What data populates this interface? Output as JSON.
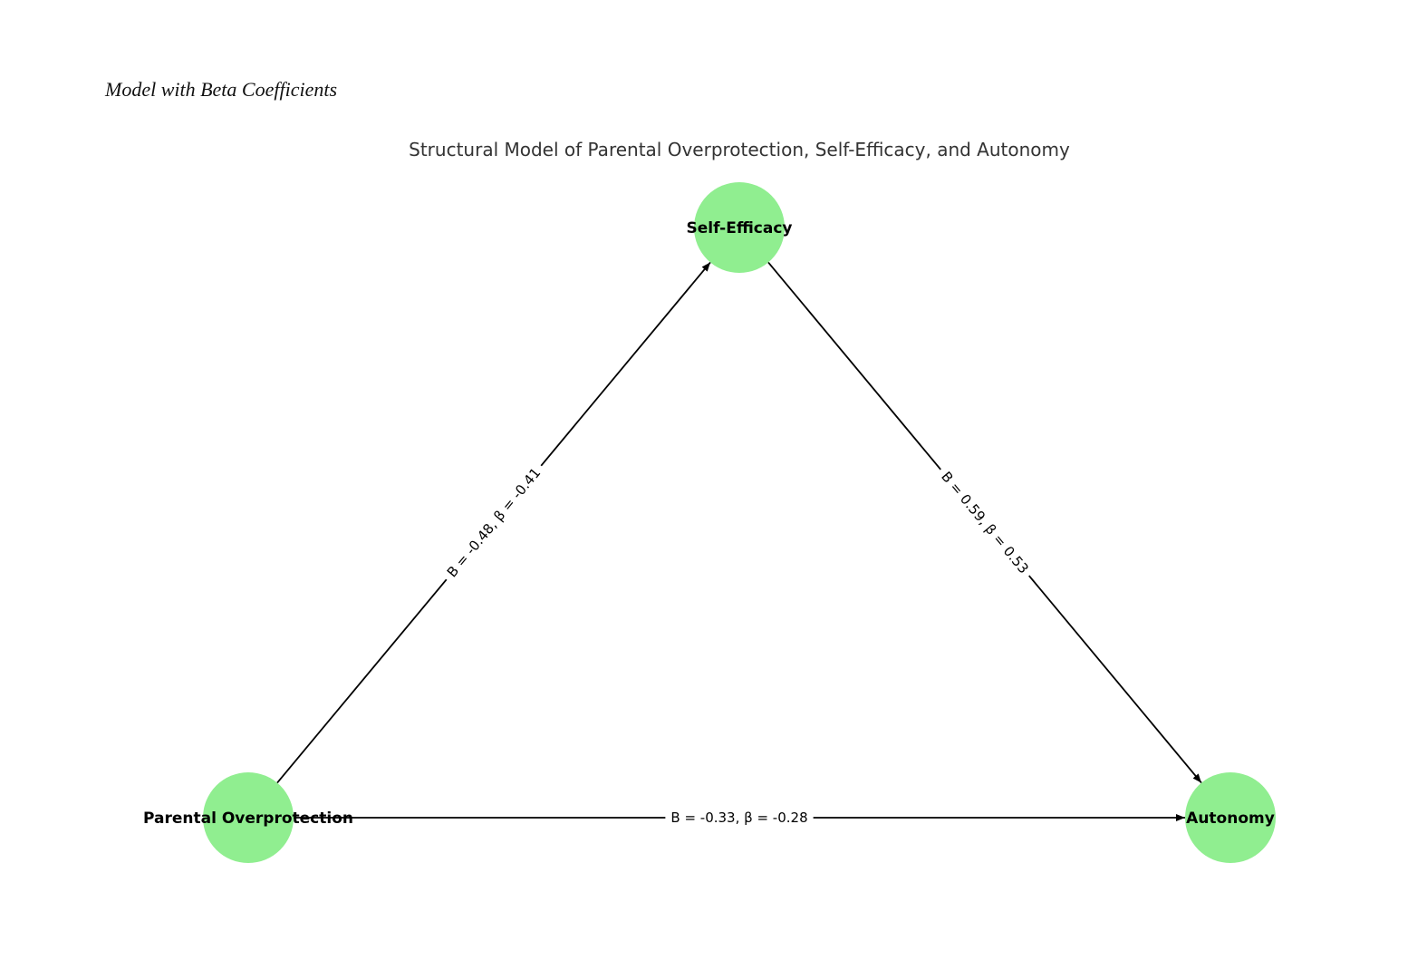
{
  "caption": "Model with Beta Coefficients",
  "title": "Structural Model of Parental Overprotection, Self-Efficacy, and Autonomy",
  "node_color": "#90EE90",
  "nodes": [
    {
      "id": "se",
      "label": "Self-Efficacy"
    },
    {
      "id": "po",
      "label": "Parental Overprotection"
    },
    {
      "id": "au",
      "label": "Autonomy"
    }
  ],
  "edges": [
    {
      "from": "po",
      "to": "se",
      "label": "B = -0.48, β = -0.41"
    },
    {
      "from": "se",
      "to": "au",
      "label": "B = 0.59, β = 0.53"
    },
    {
      "from": "po",
      "to": "au",
      "label": "B = -0.33, β = -0.28"
    }
  ]
}
